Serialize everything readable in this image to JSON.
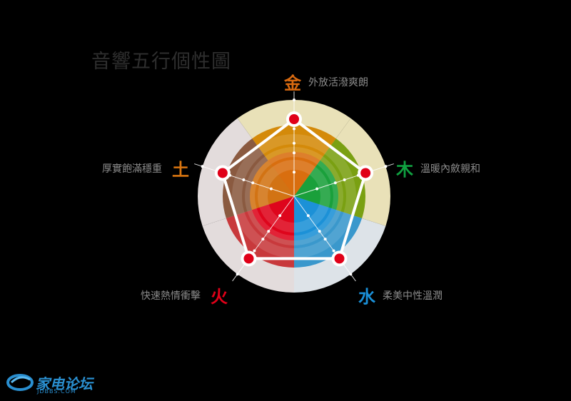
{
  "chart_data": {
    "type": "radar",
    "title": "音響五行個性圖",
    "axes": [
      {
        "element": "金",
        "description": "外放活潑爽朗",
        "value": 0.8,
        "color": "#d96a10",
        "sector_color": "#d48a0a",
        "outer_color": "#e9e1b8"
      },
      {
        "element": "木",
        "description": "溫暖內斂親和",
        "value": 0.78,
        "color": "#10a040",
        "sector_color": "#7aa012",
        "outer_color": "#e9e1b8"
      },
      {
        "element": "水",
        "description": "柔美中性溫潤",
        "value": 0.8,
        "color": "#1a90d8",
        "sector_color": "#3a98cc",
        "outer_color": "#dde3e8"
      },
      {
        "element": "火",
        "description": "快速熱情衝擊",
        "value": 0.8,
        "color": "#e00018",
        "sector_color": "#c8393c",
        "outer_color": "#e3dcdc"
      },
      {
        "element": "土",
        "description": "厚實飽滿穩重",
        "value": 0.78,
        "color": "#d97510",
        "sector_color": "#8a5a40",
        "outer_color": "#e3dcdc"
      }
    ]
  },
  "watermark": {
    "brand": "家电论坛",
    "domain": "JDBBS.COM"
  }
}
